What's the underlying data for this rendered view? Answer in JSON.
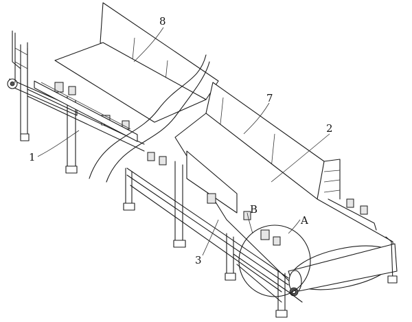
{
  "callouts": [
    {
      "id": "8",
      "text": "8"
    },
    {
      "id": "7",
      "text": "7"
    },
    {
      "id": "2",
      "text": "2"
    },
    {
      "id": "1",
      "text": "1"
    },
    {
      "id": "A",
      "text": "A"
    },
    {
      "id": "B",
      "text": "B"
    },
    {
      "id": "3",
      "text": "3"
    }
  ],
  "colors": {
    "line": "#1a1a1a",
    "background": "#ffffff"
  }
}
